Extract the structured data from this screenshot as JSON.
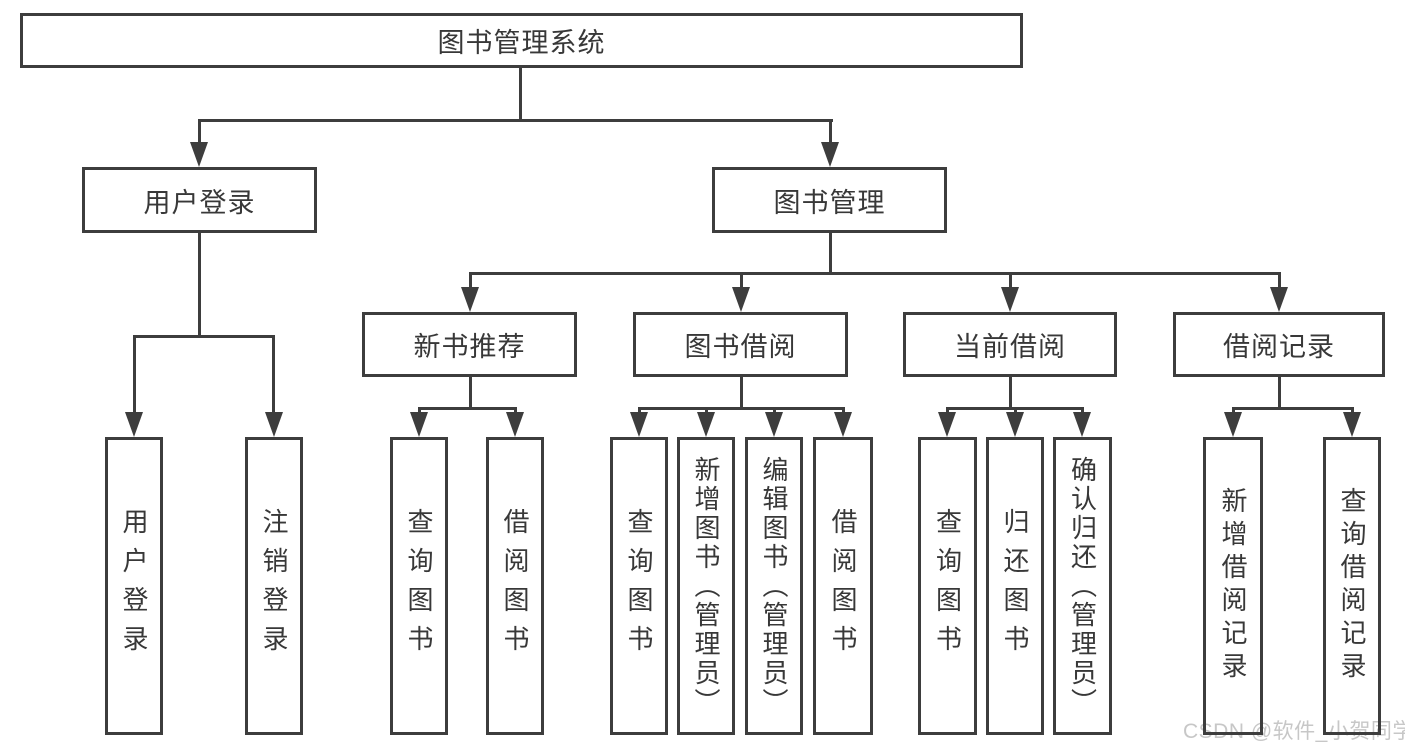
{
  "diagram": {
    "tree": {
      "label": "图书管理系统",
      "children": [
        {
          "label": "用户登录",
          "children": [
            {
              "label": "用户登录"
            },
            {
              "label": "注销登录"
            }
          ]
        },
        {
          "label": "图书管理",
          "children": [
            {
              "label": "新书推荐",
              "children": [
                {
                  "label": "查询图书"
                },
                {
                  "label": "借阅图书"
                }
              ]
            },
            {
              "label": "图书借阅",
              "children": [
                {
                  "label": "查询图书"
                },
                {
                  "label": "新增图书（管理员）"
                },
                {
                  "label": "编辑图书（管理员）"
                },
                {
                  "label": "借阅图书"
                }
              ]
            },
            {
              "label": "当前借阅",
              "children": [
                {
                  "label": "查询图书"
                },
                {
                  "label": "归还图书"
                },
                {
                  "label": "确认归还（管理员）"
                }
              ]
            },
            {
              "label": "借阅记录",
              "children": [
                {
                  "label": "新增借阅记录"
                },
                {
                  "label": "查询借阅记录"
                }
              ]
            }
          ]
        }
      ]
    },
    "watermark": "CSDN @软件_小贺同学",
    "colors": {
      "line": "#3d3d3d",
      "text": "#383838",
      "watermark": "#c7c7c7",
      "bg": "#ffffff"
    }
  }
}
